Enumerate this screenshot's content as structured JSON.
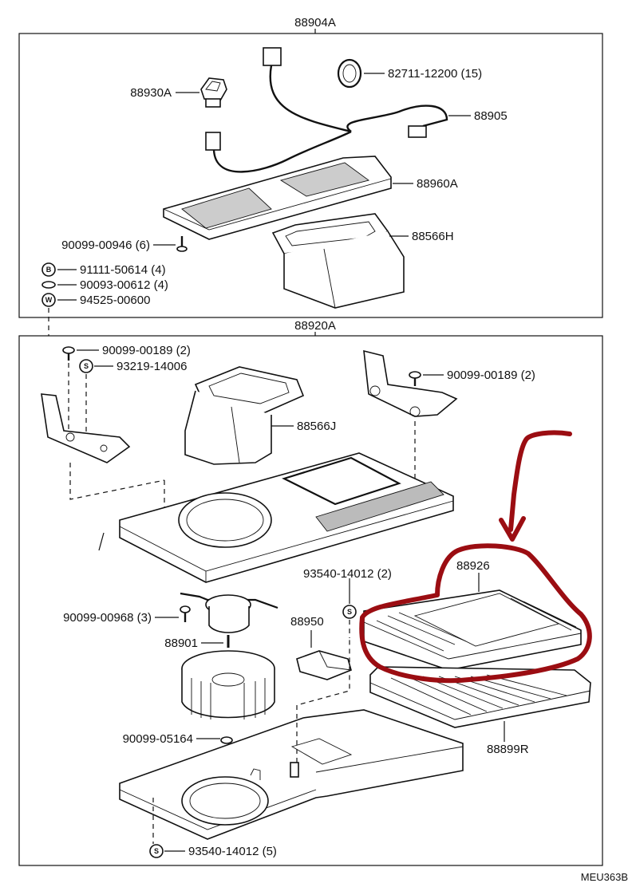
{
  "diagram": {
    "upper_group_label": "88904A",
    "lower_group_label": "88920A",
    "drawing_code": "MEU363B",
    "parts": {
      "p88930A": "88930A",
      "p82711": "82711-12200 (15)",
      "p88905": "88905",
      "p88960A": "88960A",
      "p88566H": "88566H",
      "p90099_00946": "90099-00946 (6)",
      "p91111": "91111-50614 (4)",
      "p90093": "90093-00612 (4)",
      "p94525": "94525-00600",
      "p90099_00189_left": "90099-00189 (2)",
      "p93219": "93219-14006",
      "p90099_00189_right": "90099-00189 (2)",
      "p88566J": "88566J",
      "p88926": "88926",
      "p93540_2": "93540-14012 (2)",
      "p90099_00968": "90099-00968 (3)",
      "p88950": "88950",
      "p88901": "88901",
      "p90099_05164": "90099-05164",
      "p88899R": "88899R",
      "p93540_5": "93540-14012 (5)"
    },
    "symbols": {
      "b": "B",
      "w": "W",
      "s": "S"
    },
    "highlight_color": "#9b0d12"
  }
}
